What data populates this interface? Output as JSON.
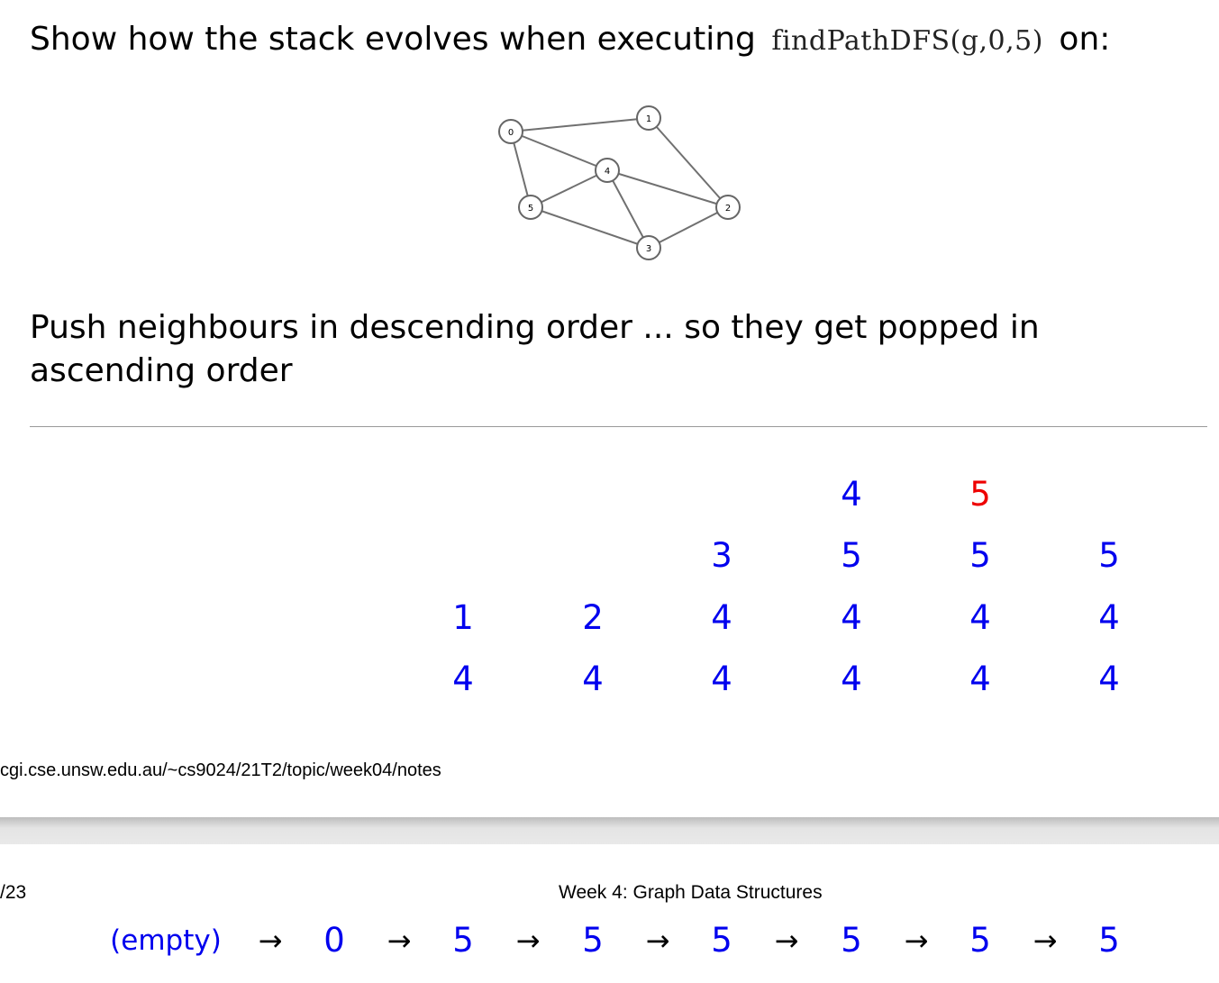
{
  "heading": {
    "prefix": "Show how the stack evolves when executing",
    "code": "findPathDFS(g,0,5)",
    "suffix": "on:"
  },
  "graph": {
    "nodes": [
      "0",
      "1",
      "2",
      "3",
      "4",
      "5"
    ],
    "edges": [
      [
        "0",
        "1"
      ],
      [
        "0",
        "4"
      ],
      [
        "0",
        "5"
      ],
      [
        "1",
        "2"
      ],
      [
        "4",
        "2"
      ],
      [
        "4",
        "5"
      ],
      [
        "4",
        "3"
      ],
      [
        "5",
        "3"
      ],
      [
        "3",
        "2"
      ]
    ]
  },
  "note": "Push neighbours in descending order ... so they get popped in ascending order",
  "stacks": [
    [],
    [],
    [
      {
        "v": "4"
      },
      {
        "v": "1"
      }
    ],
    [
      {
        "v": "4"
      },
      {
        "v": "2"
      }
    ],
    [
      {
        "v": "4"
      },
      {
        "v": "4"
      },
      {
        "v": "3"
      }
    ],
    [
      {
        "v": "4"
      },
      {
        "v": "4"
      },
      {
        "v": "5"
      },
      {
        "v": "4"
      }
    ],
    [
      {
        "v": "4"
      },
      {
        "v": "4"
      },
      {
        "v": "5"
      },
      {
        "v": "5",
        "highlight": true
      }
    ],
    [
      {
        "v": "4"
      },
      {
        "v": "4"
      },
      {
        "v": "5"
      }
    ]
  ],
  "colors": {
    "stack": "#0000ee",
    "highlight": "#ee0000"
  },
  "url": "cgi.cse.unsw.edu.au/~cs9024/21T2/topic/week04/notes",
  "page_number": "/23",
  "week_title": "Week 4: Graph Data Structures",
  "sequence": {
    "items": [
      "(empty)",
      "0",
      "5",
      "5",
      "5",
      "5",
      "5",
      "5"
    ],
    "arrow": "→"
  }
}
